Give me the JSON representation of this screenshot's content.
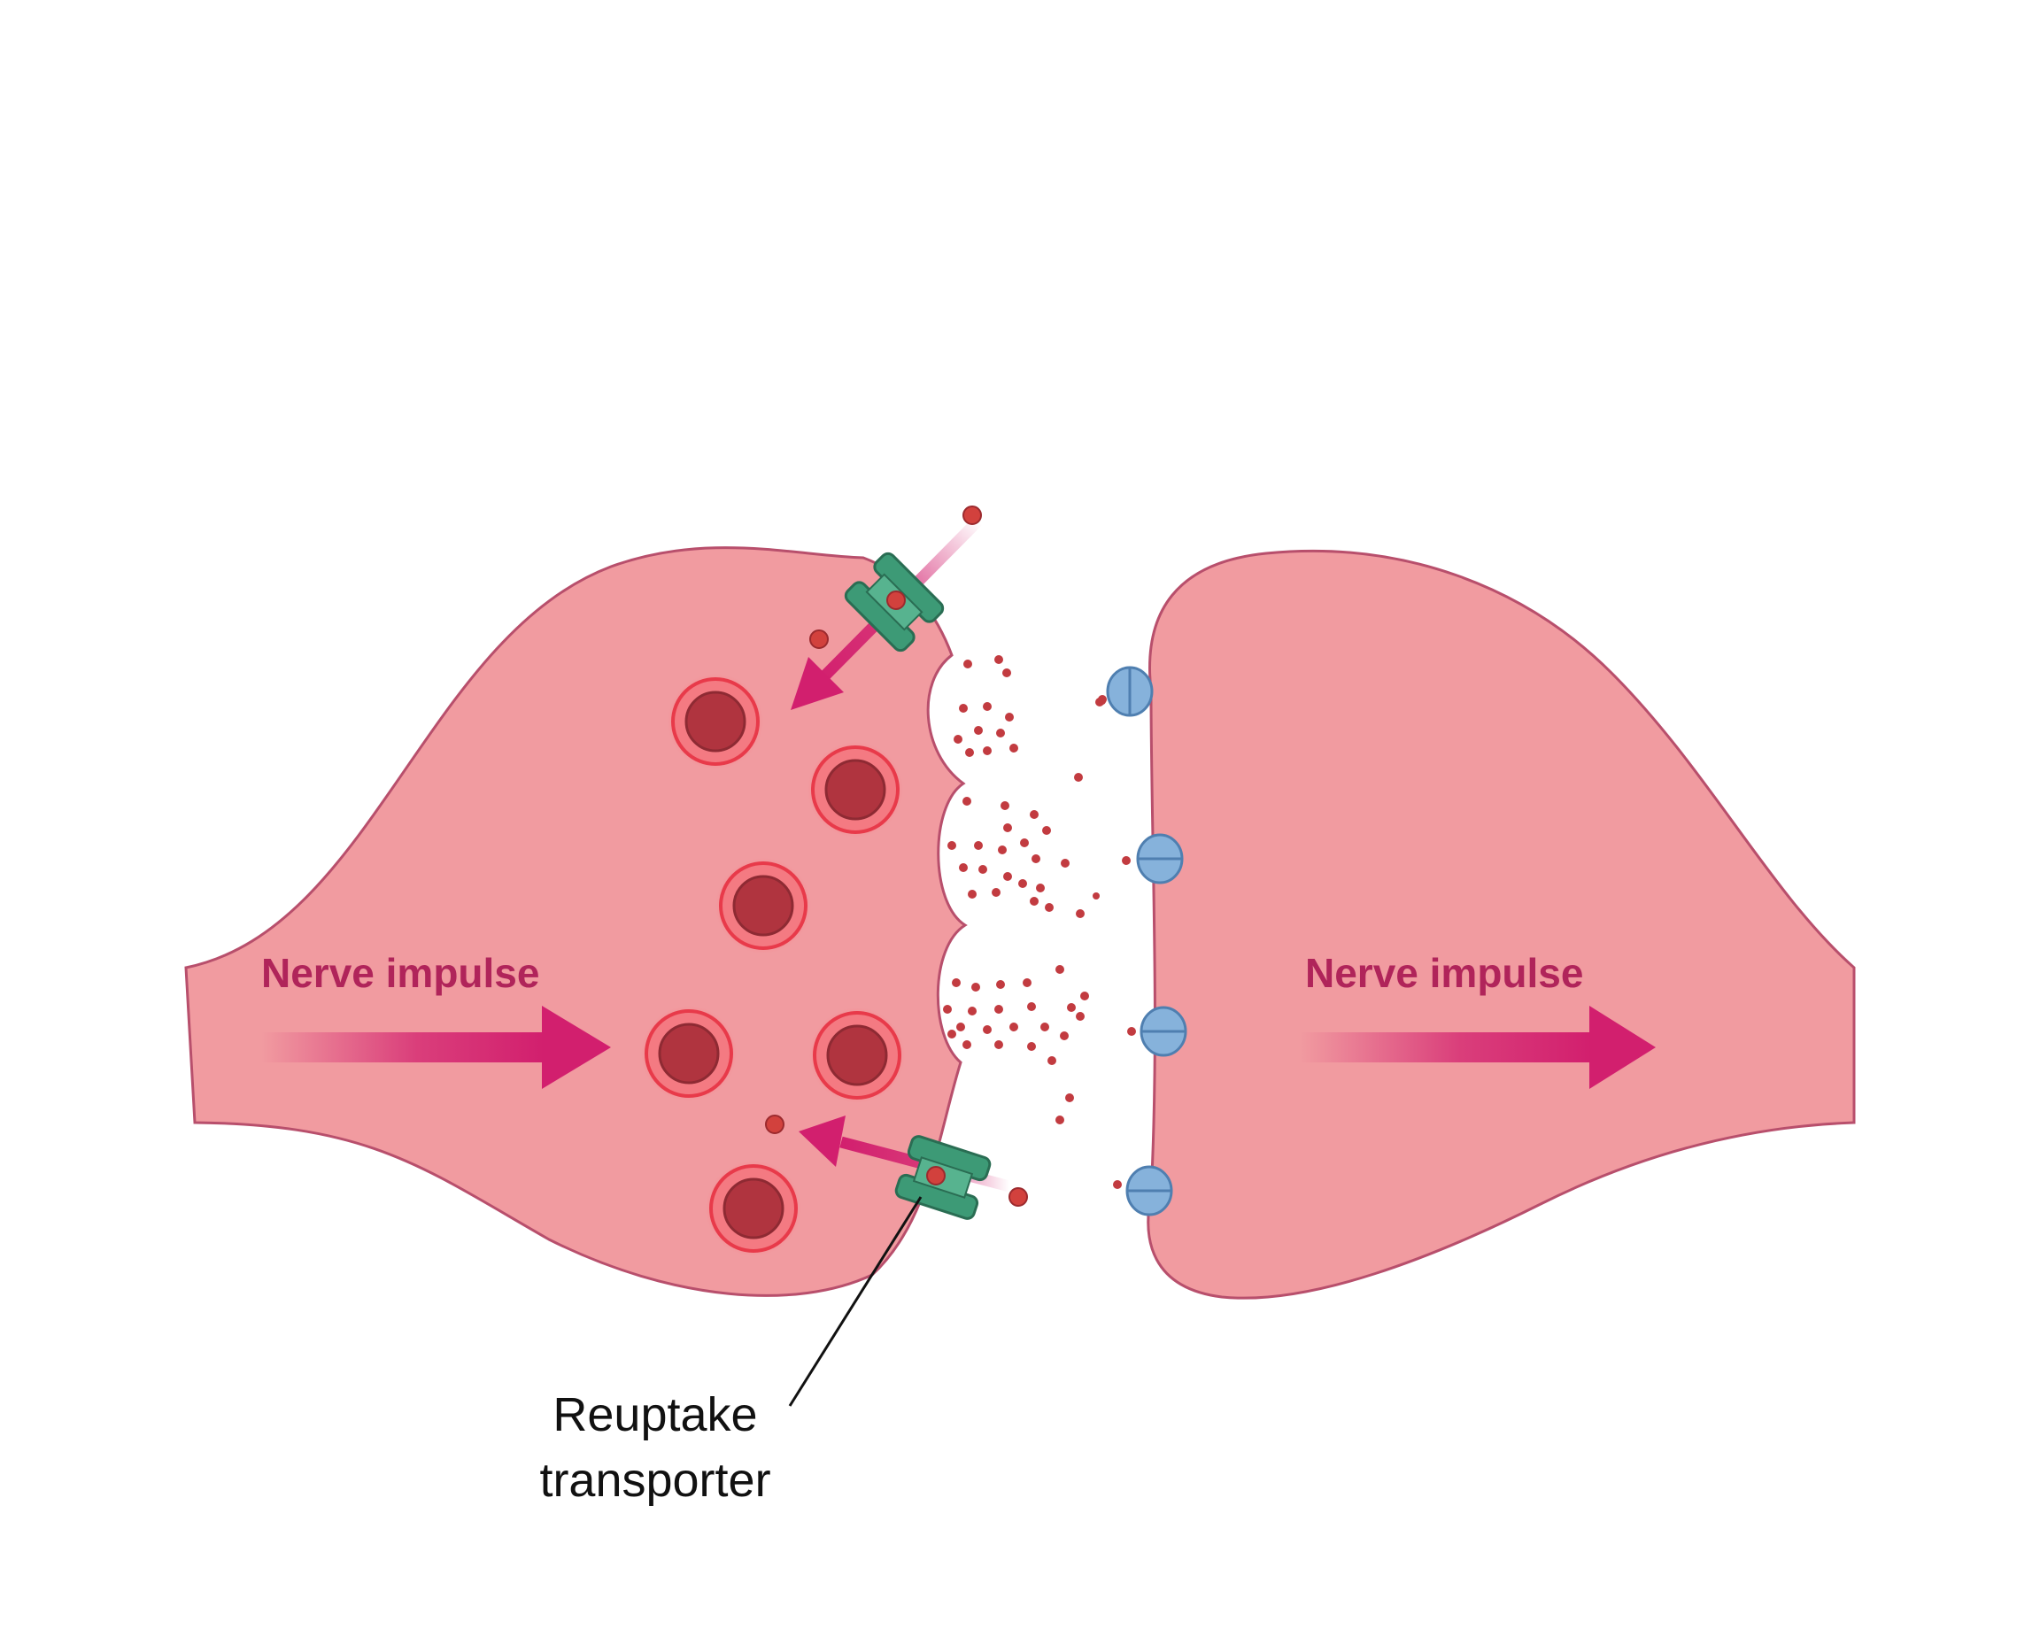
{
  "labels": {
    "presynaptic_impulse": "Nerve impulse",
    "postsynaptic_impulse": "Nerve impulse",
    "callout_line1": "Reuptake",
    "callout_line2": "transporter"
  },
  "colors": {
    "neuron_fill": "#f19ba0",
    "neuron_outline": "#b84f6c",
    "impulse_text": "#b0245a",
    "arrow": "#d21f6e",
    "vesicle_ring": "#e83a4a",
    "vesicle_core": "#b0343f",
    "neurotransmitter": "#c23b40",
    "transporter": "#3d9a76",
    "receptor": "#86b2db"
  },
  "icons": {
    "transporter": "reuptake-transporter-icon",
    "receptor": "receptor-icon",
    "vesicle": "synaptic-vesicle-icon"
  }
}
